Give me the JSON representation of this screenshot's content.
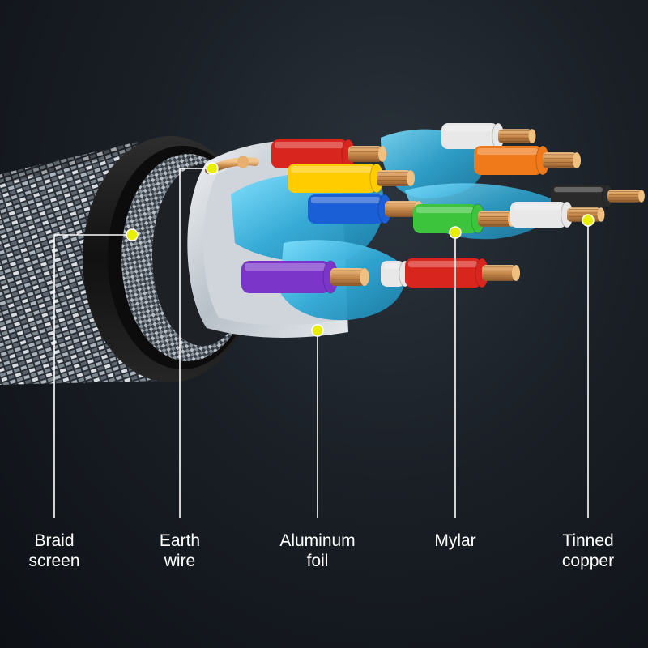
{
  "colors": {
    "leader_line": "#ffffff",
    "marker_dot": "#e8f000",
    "copper": "#d9a066",
    "shield_blue": "#35b8e0",
    "jacket_black": "#141414"
  },
  "wires": [
    {
      "color": "#d8261e"
    },
    {
      "color": "#ffcc00"
    },
    {
      "color": "#1b5fd6"
    },
    {
      "color": "#7b35c8"
    },
    {
      "color": "#f07a1a"
    },
    {
      "color": "#3cc43c"
    },
    {
      "color": "#d8261e"
    },
    {
      "color": "#e8e8e8"
    }
  ],
  "labels": [
    {
      "id": "braid-screen",
      "line1": "Braid",
      "line2": "screen"
    },
    {
      "id": "earth-wire",
      "line1": "Earth",
      "line2": "wire"
    },
    {
      "id": "aluminum-foil",
      "line1": "Aluminum",
      "line2": "foil"
    },
    {
      "id": "mylar",
      "line1": "Mylar",
      "line2": ""
    },
    {
      "id": "tinned-copper",
      "line1": "Tinned",
      "line2": "copper"
    }
  ]
}
